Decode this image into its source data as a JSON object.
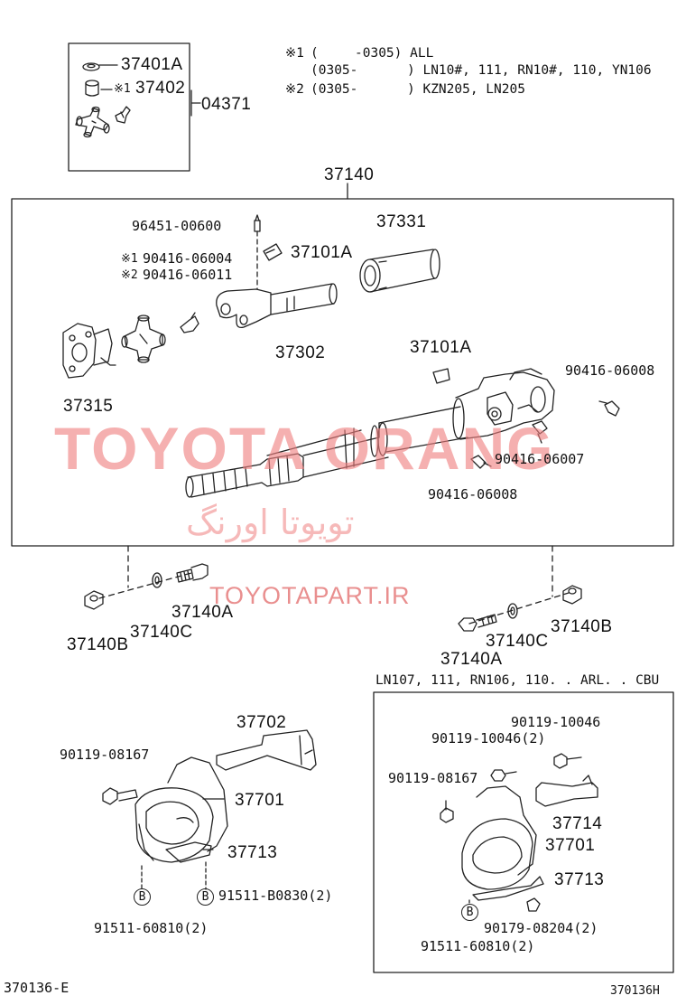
{
  "notes": {
    "n1_mark": "※1",
    "n1_a": "(",
    "n1_b": "-0305) ALL",
    "n1_c": "(0305-",
    "n1_d": ") LN10#, 111, RN10#, 110, YN106",
    "n2_mark": "※2",
    "n2_c": "(0305-",
    "n2_d": ") KZN205, LN205"
  },
  "kit": {
    "p37401A": "37401A",
    "mark1": "※1",
    "p37402": "37402",
    "p04371": "04371"
  },
  "shaft": {
    "assembly": "37140",
    "p96451": "96451-00600",
    "p37331": "37331",
    "p37101A_1": "37101A",
    "mark1": "※1",
    "p90416_06004": "90416-06004",
    "mark2": "※2",
    "p90416_06011": "90416-06011",
    "p37302": "37302",
    "p37315": "37315",
    "p37101A_2": "37101A",
    "p90416_06008_a": "90416-06008",
    "p90416_06007": "90416-06007",
    "p90416_06008_b": "90416-06008"
  },
  "fasteners": {
    "left_37140A": "37140A",
    "left_37140C": "37140C",
    "left_37140B": "37140B",
    "right_37140B": "37140B",
    "right_37140C": "37140C",
    "right_37140A": "37140A"
  },
  "watermark": {
    "latin": "TOYOTA ORANG",
    "farsi": "تویوتا اورنگ",
    "site": "TOYOTAPART.IR"
  },
  "bracket_left": {
    "p37702": "37702",
    "p90119_08167": "90119-08167",
    "p37701": "37701",
    "p37713": "37713",
    "b_mark1": "B",
    "b_mark2": "B",
    "p91511_B0830": "91511-B0830(2)",
    "p91511_60810": "91511-60810(2)"
  },
  "bracket_right": {
    "title": "LN107, 111, RN106, 110. . ARL. . CBU",
    "p90119_10046_a": "90119-10046",
    "p90119_10046_b": "90119-10046(2)",
    "p90119_08167": "90119-08167",
    "p37714": "37714",
    "p37701": "37701",
    "p37713": "37713",
    "b_mark": "B",
    "p90179_08204": "90179-08204(2)",
    "p91511_60810": "91511-60810(2)"
  },
  "footer": {
    "left_code": "370136-E",
    "right_code": "370136H"
  },
  "colors": {
    "ink": "#222222",
    "watermark_red": "#f08080",
    "watermark_site": "#e06060"
  },
  "icons": [
    "universal-joint-icon",
    "flange-yoke-icon",
    "propeller-shaft-icon",
    "bolt-icon",
    "nut-icon",
    "washer-icon",
    "grease-fitting-icon",
    "center-bearing-bracket-icon"
  ]
}
